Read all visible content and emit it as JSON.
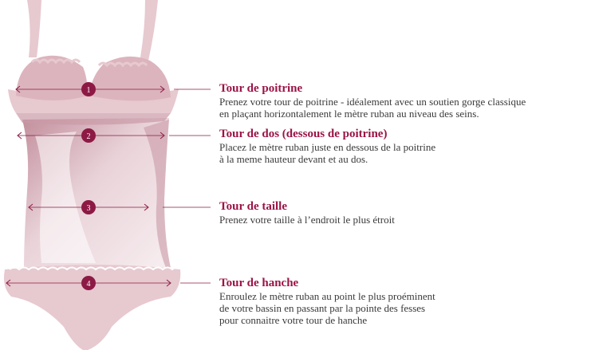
{
  "colors": {
    "accent": "#9b1346",
    "body_fill": "#e7c9d0",
    "shadow_fill": "#c99aa6",
    "marker": "#8c1a44",
    "text": "#3a3a3a"
  },
  "sections": [
    {
      "number": "1",
      "title": "Tour de poitrine",
      "lines": [
        "Prenez votre tour de poitrine - idéalement avec un soutien gorge classique",
        "en plaçant horizontalement le mètre ruban au niveau des seins."
      ]
    },
    {
      "number": "2",
      "title": "Tour de dos (dessous de poitrine)",
      "lines": [
        "Placez le mètre ruban juste en dessous de la poitrine",
        "à la meme hauteur devant et au dos."
      ]
    },
    {
      "number": "3",
      "title": "Tour de taille",
      "lines": [
        "Prenez votre taille à l’endroit le plus étroit"
      ]
    },
    {
      "number": "4",
      "title": "Tour de hanche",
      "lines": [
        "Enroulez le mètre ruban au point le plus proéminent",
        "de votre bassin en passant par la pointe des fesses",
        "pour connaitre votre tour de hanche"
      ]
    }
  ]
}
